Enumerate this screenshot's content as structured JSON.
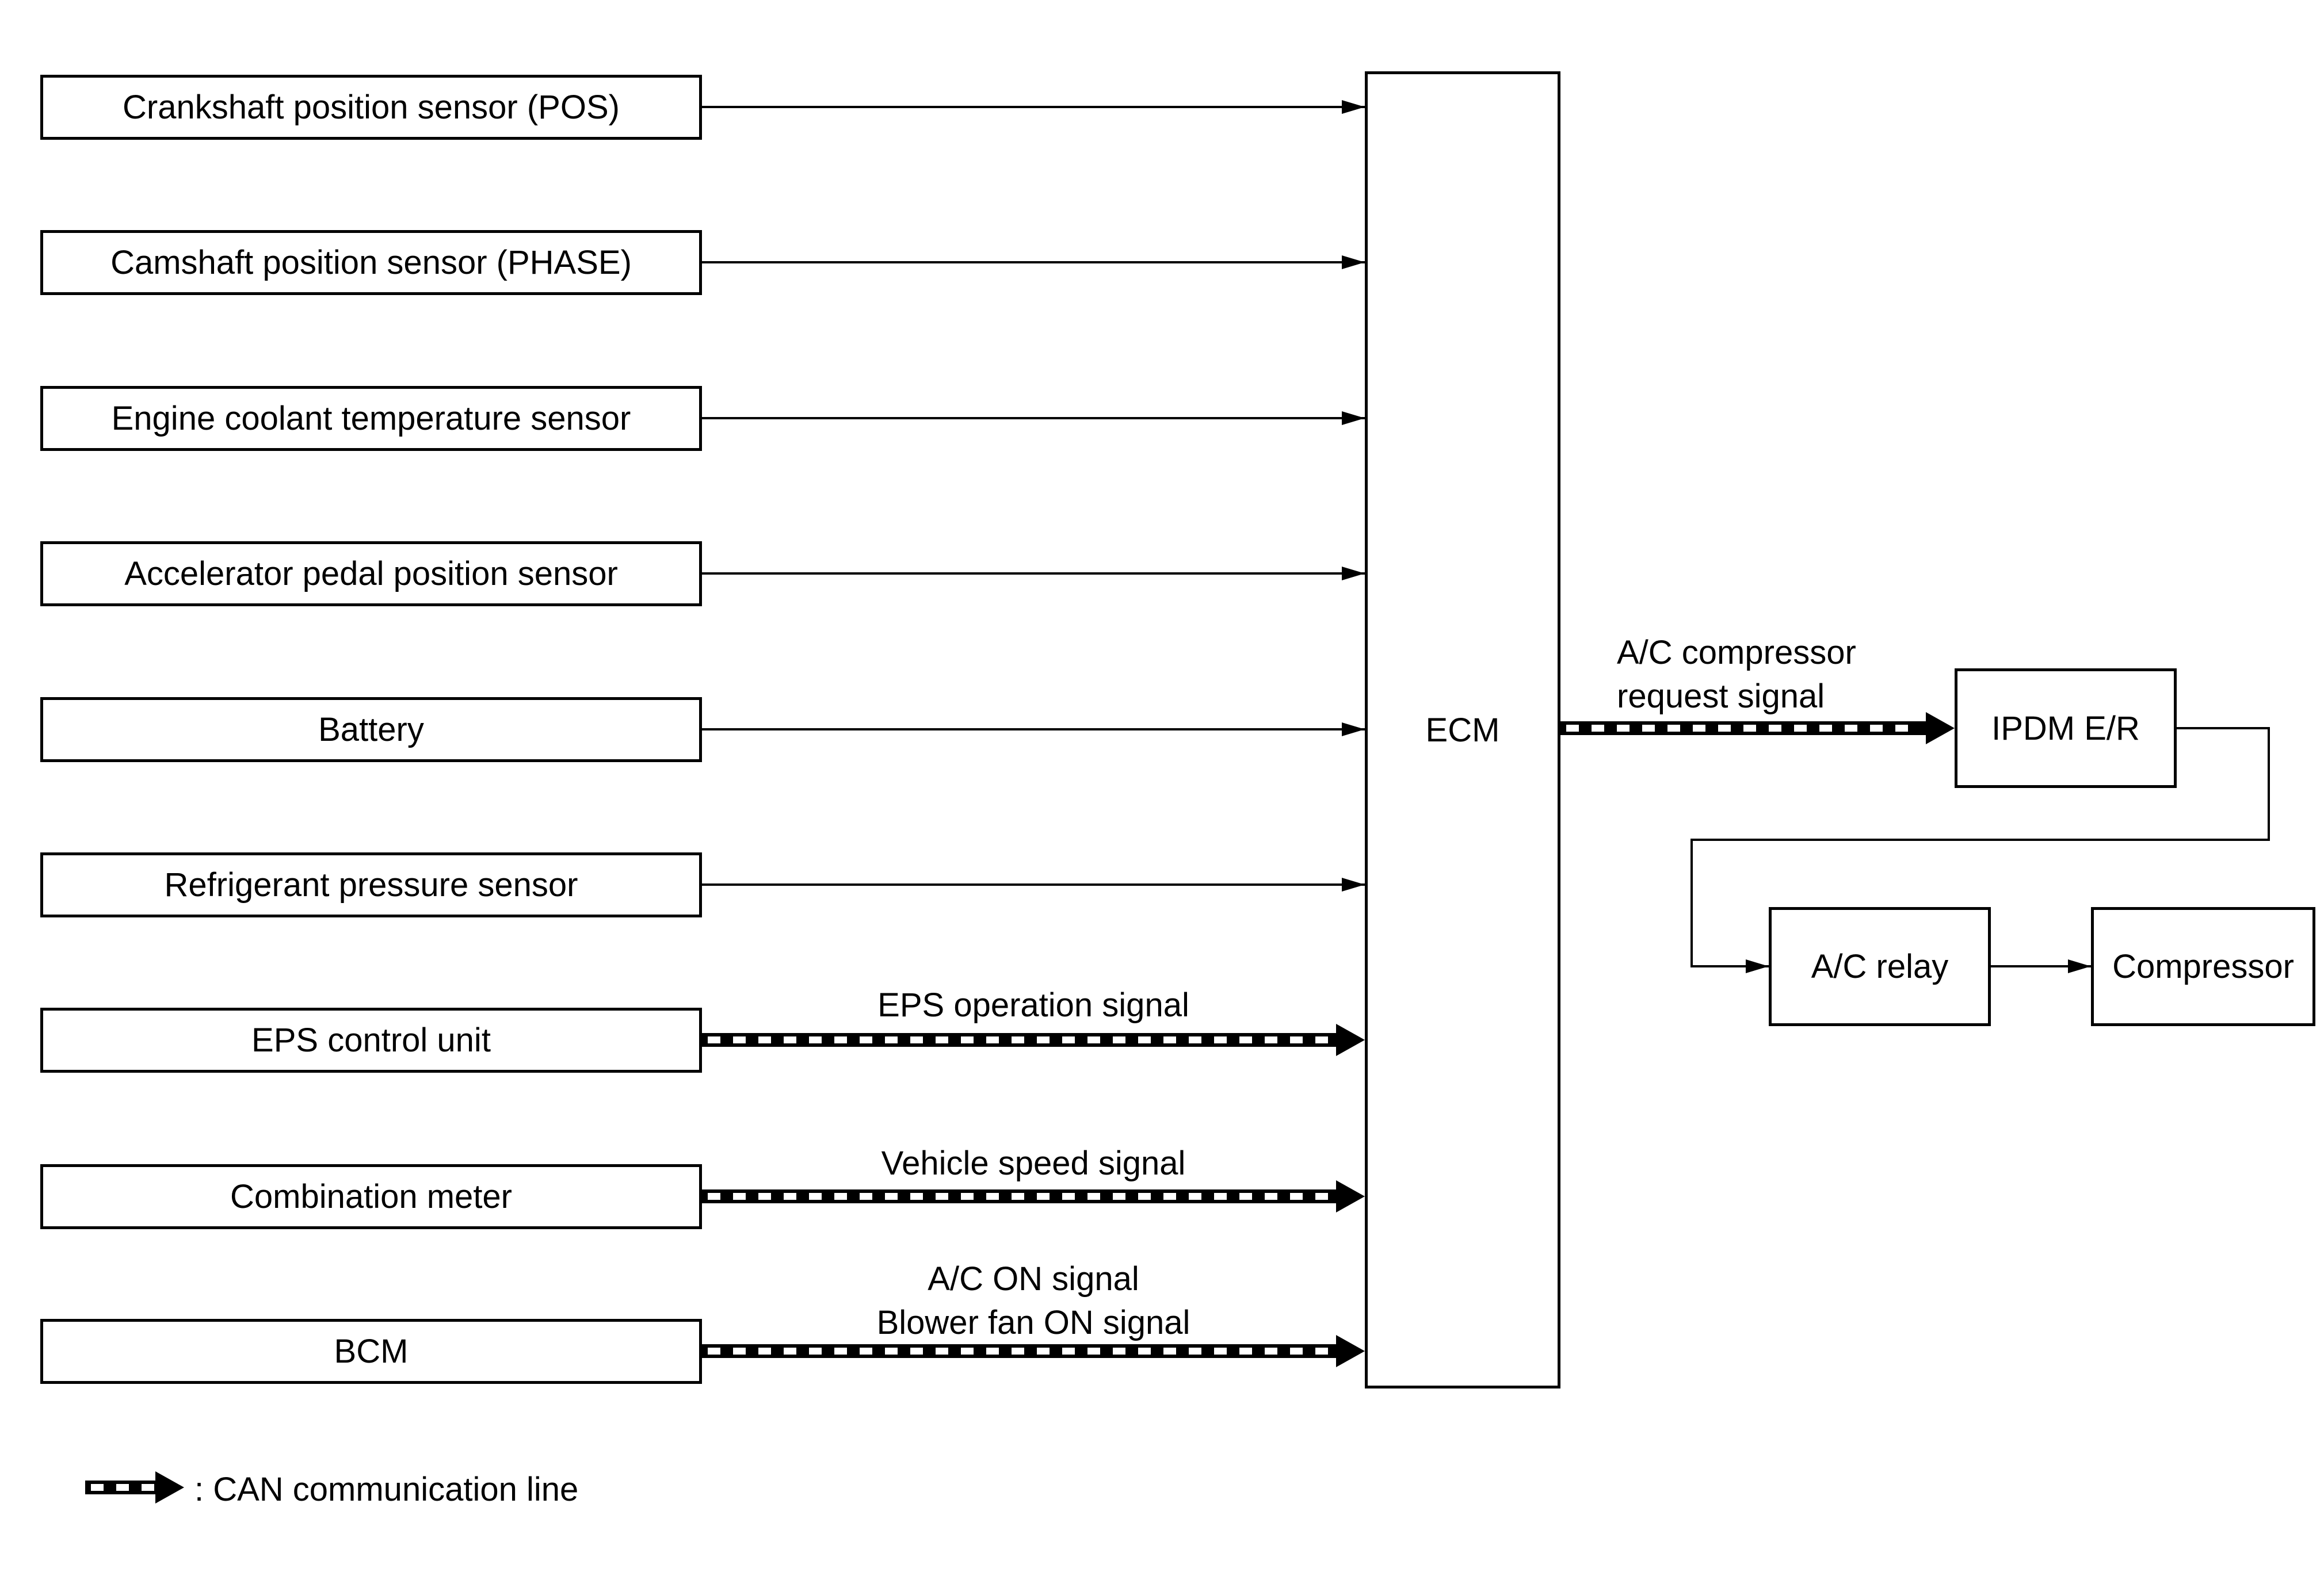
{
  "diagram": {
    "inputs": [
      {
        "id": "ckp",
        "label": "Crankshaft position sensor (POS)"
      },
      {
        "id": "cmp",
        "label": "Camshaft position sensor (PHASE)"
      },
      {
        "id": "ect",
        "label": "Engine coolant temperature sensor"
      },
      {
        "id": "app",
        "label": "Accelerator pedal position sensor"
      },
      {
        "id": "bat",
        "label": "Battery"
      },
      {
        "id": "rps",
        "label": "Refrigerant pressure sensor"
      },
      {
        "id": "eps",
        "label": "EPS control unit"
      },
      {
        "id": "meter",
        "label": "Combination meter"
      },
      {
        "id": "bcm",
        "label": "BCM"
      }
    ],
    "ecm": {
      "label": "ECM"
    },
    "outputs": {
      "ipdm": {
        "label": "IPDM E/R"
      },
      "ac_relay": {
        "label": "A/C relay"
      },
      "compressor": {
        "label": "Compressor"
      }
    },
    "signals": {
      "eps_signal": "EPS operation signal",
      "speed_signal": "Vehicle speed signal",
      "bcm_signal_1": "A/C ON signal",
      "bcm_signal_2": "Blower fan ON signal",
      "ac_request_1": "A/C compressor",
      "ac_request_2": "request signal"
    },
    "legend": {
      "label": ": CAN communication line"
    }
  }
}
